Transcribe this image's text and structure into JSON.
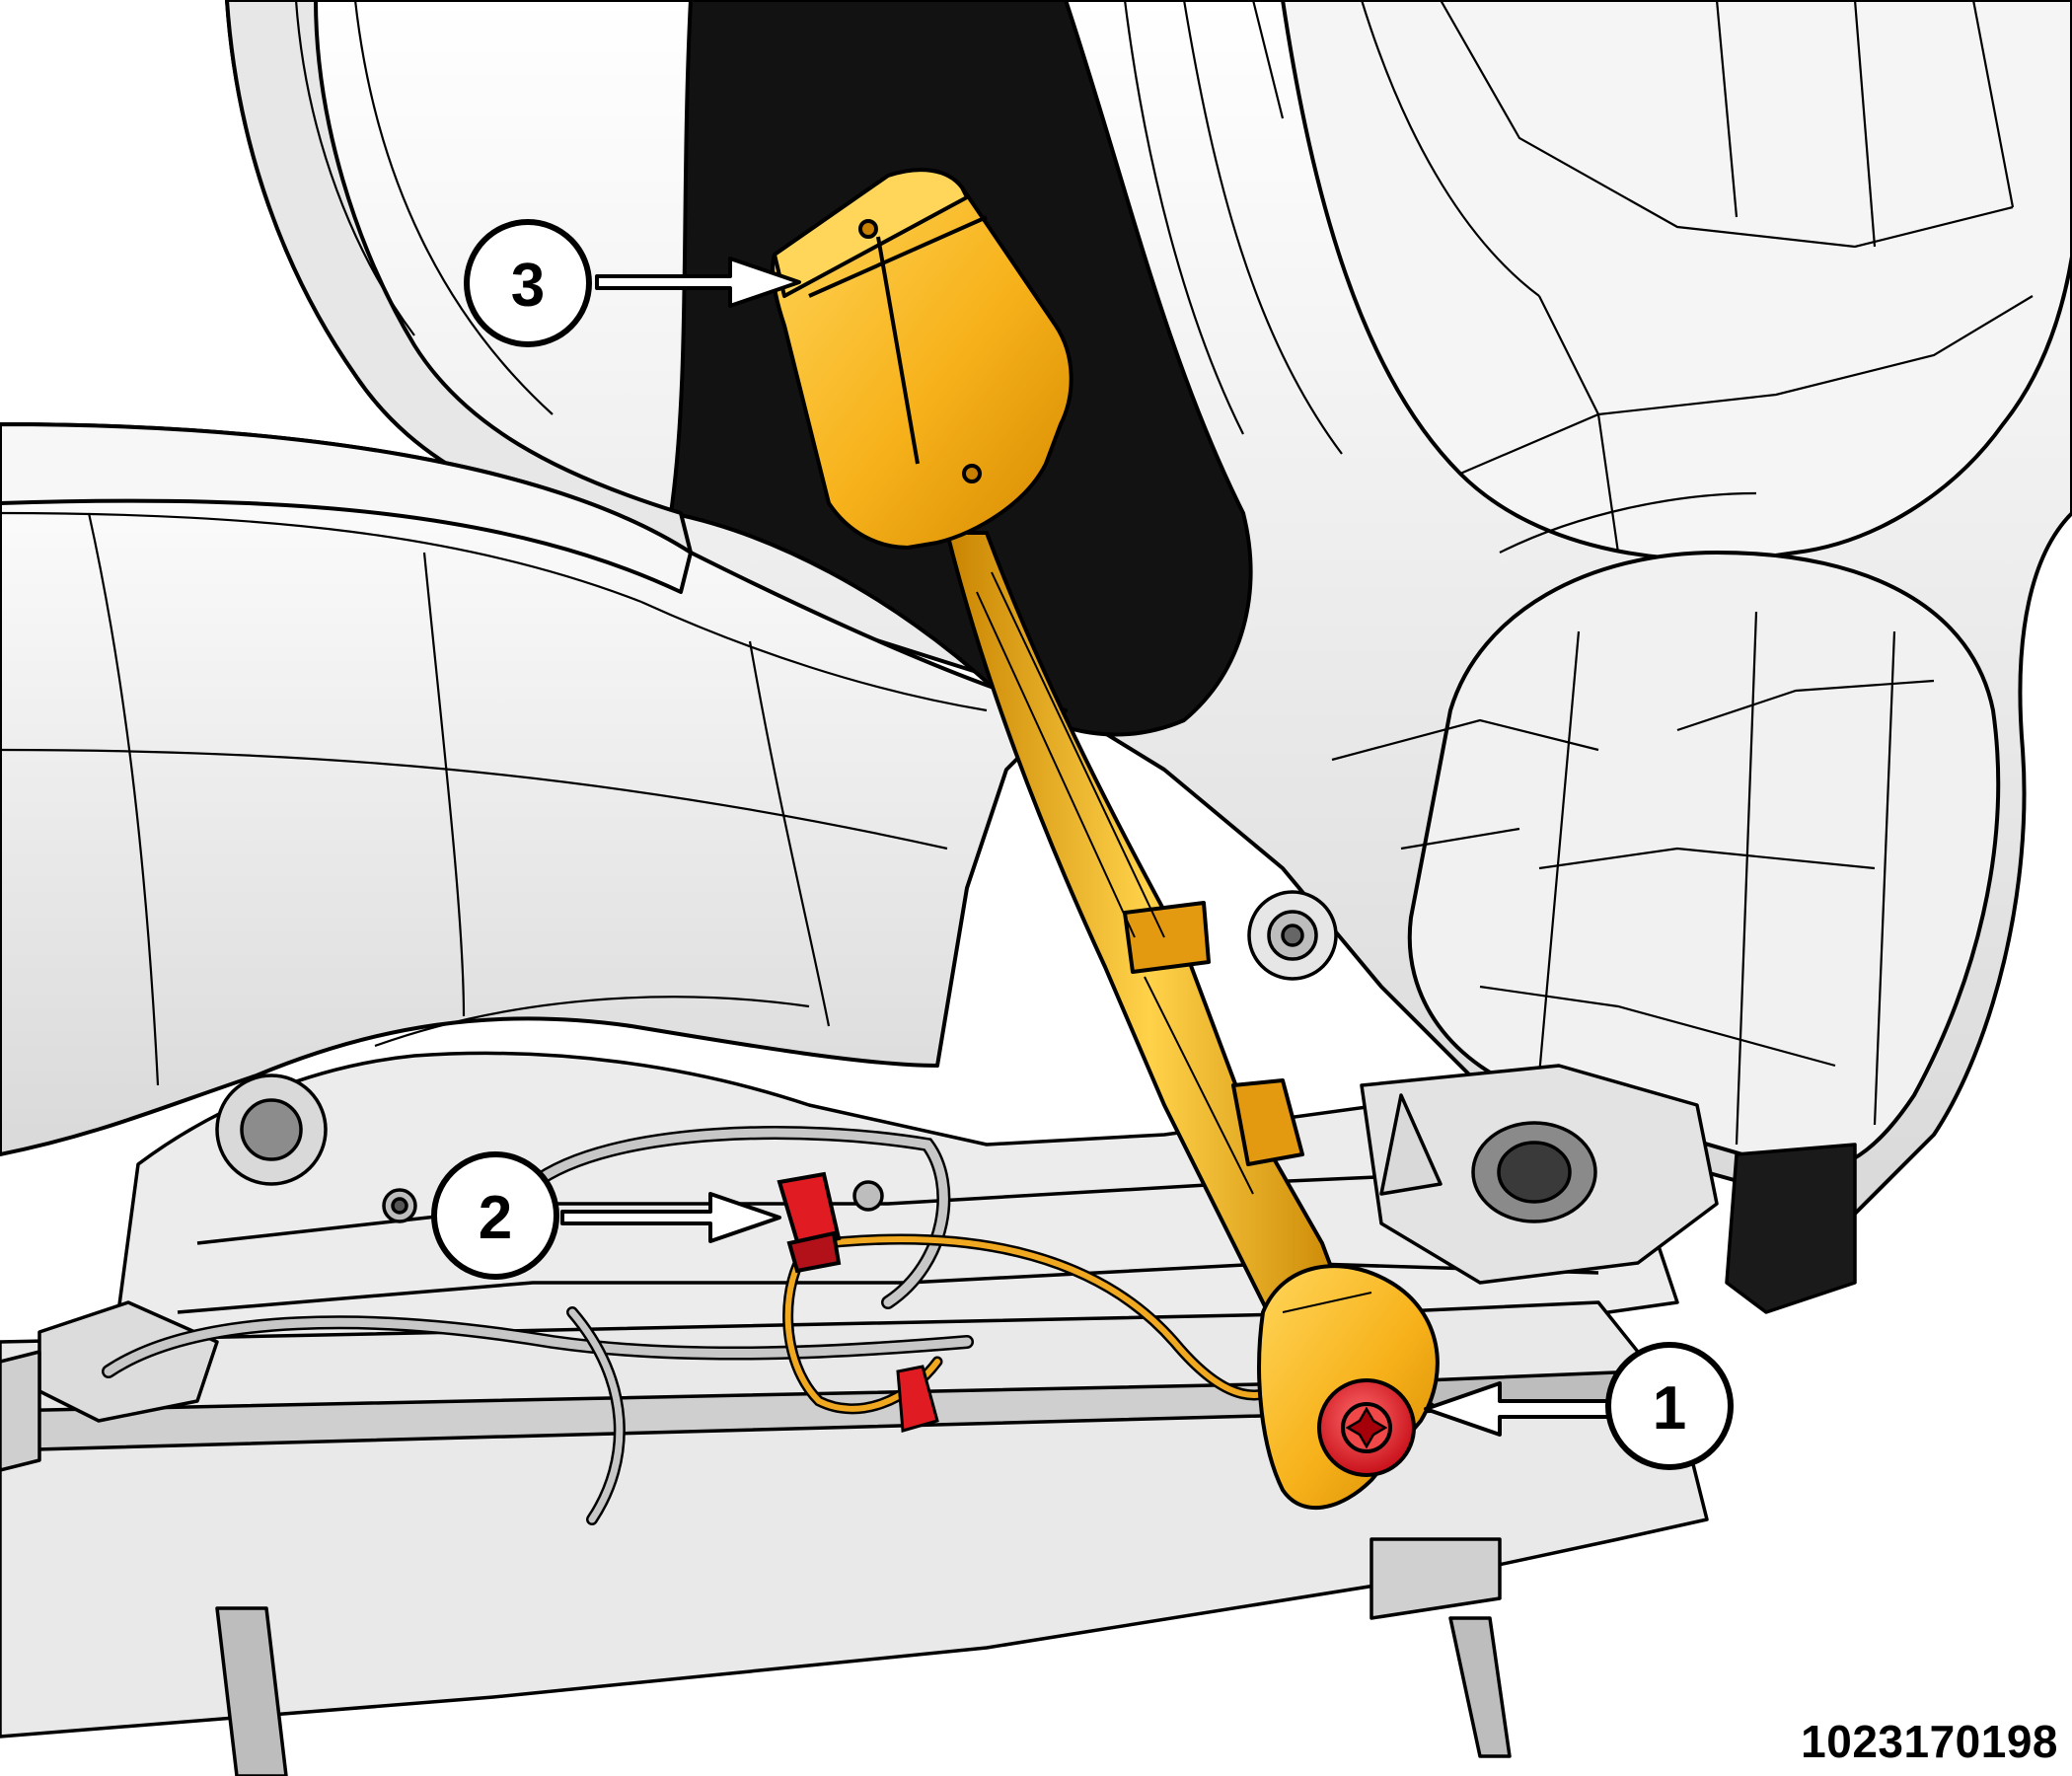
{
  "figure": {
    "id": "1023170198"
  },
  "callouts": [
    {
      "number": "1",
      "target": "seat-belt-anchor-bolt"
    },
    {
      "number": "2",
      "target": "wiring-connector"
    },
    {
      "number": "3",
      "target": "seat-belt-buckle"
    }
  ],
  "colors": {
    "outline": "#000000",
    "seat-fill": "#f2f2f2",
    "seat-shade": "#bdbdbd",
    "seat-dark": "#1a1a1a",
    "buckle-yellow": "#f7b21b",
    "buckle-highlight": "#ffd65a",
    "highlight-red": "#e11b22",
    "callout-fill": "#ffffff"
  }
}
